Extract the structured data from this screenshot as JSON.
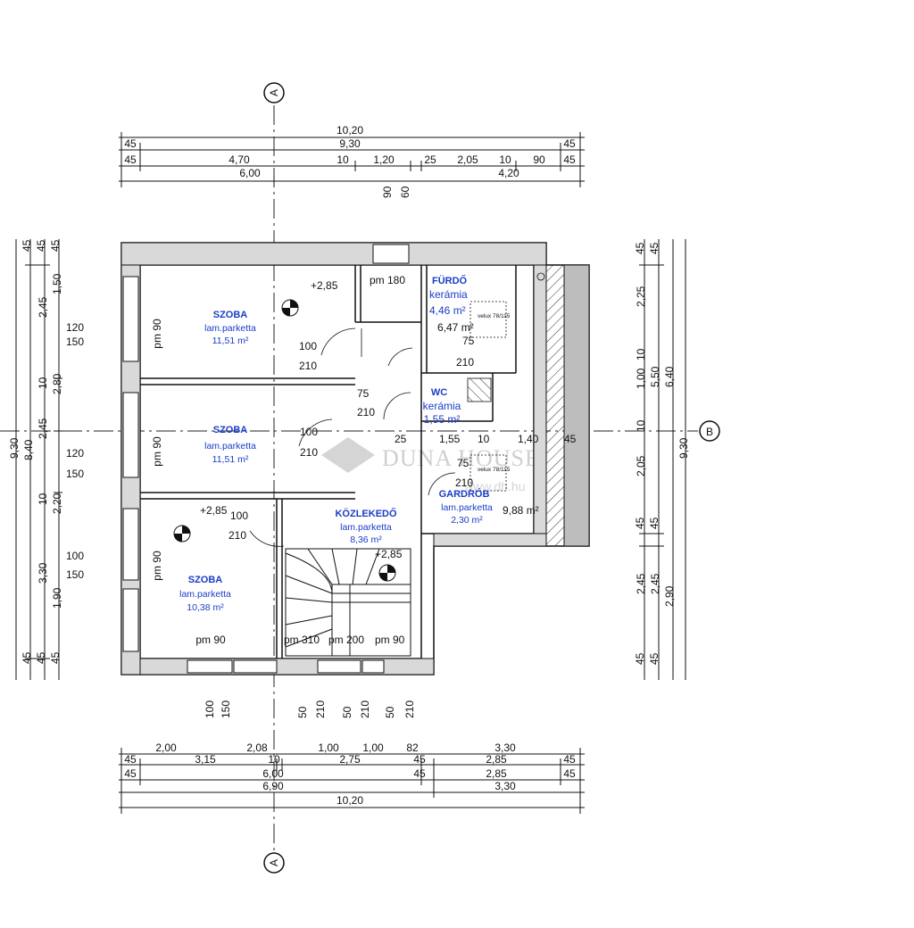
{
  "rooms": [
    {
      "id": "szoba1",
      "name": "SZOBA",
      "floor": "lam.parketta",
      "area": "11,51 m²",
      "pm": "pm 90"
    },
    {
      "id": "szoba2",
      "name": "SZOBA",
      "floor": "lam.parketta",
      "area": "11,51 m²",
      "pm": "pm 90"
    },
    {
      "id": "szoba3",
      "name": "SZOBA",
      "floor": "lam.parketta",
      "area": "10,38 m²",
      "pm": "pm 90"
    },
    {
      "id": "furdo",
      "name": "FÜRDŐ",
      "floor": "kerámia",
      "area": "4,46 m²"
    },
    {
      "id": "wc",
      "name": "WC",
      "floor": "kerámia",
      "area": "1,55 m²"
    },
    {
      "id": "kozlekedo",
      "name": "KÖZLEKEDŐ",
      "floor": "lam.parketta",
      "area": "8,36 m²"
    },
    {
      "id": "gardrob",
      "name": "GARDRÓB",
      "floor": "lam.parketta",
      "area": "2,30 m²"
    }
  ],
  "annotations": {
    "level_plus": "+2,85",
    "pm_180": "pm 180",
    "pm_90": "pm 90",
    "pm_310": "pm 310",
    "pm_200": "pm 200",
    "area_647": "6,47 m²",
    "area_988": "9,88 m²",
    "velux_1": "velux 78/115",
    "velux_2": "velux 78/115"
  },
  "axes": {
    "a_top": "A",
    "a_bottom": "A",
    "b_right": "B"
  },
  "dims": {
    "d1020": "10,20",
    "d930": "9,30",
    "d45": "45",
    "d470": "4,70",
    "d10": "10",
    "d120": "1,20",
    "d25": "25",
    "d205": "2,05",
    "d90": "90",
    "d600": "6,00",
    "d420": "4,20",
    "d60": "60",
    "d150": "1,50",
    "d245": "2,45",
    "d280": "2,80",
    "d220": "2,20",
    "d330": "3,30",
    "d190": "1,90",
    "d840": "8,40",
    "d225": "2,25",
    "d550": "5,50",
    "d640": "6,40",
    "d100": "1,00",
    "d290": "2,90",
    "w120": "120",
    "w150": "150",
    "w100": "100",
    "w210": "210",
    "w75": "75",
    "w50": "50",
    "d155": "1,55",
    "d140": "1,40",
    "d200": "2,00",
    "d208": "2,08",
    "d82": "82",
    "d315": "3,15",
    "d275": "2,75",
    "d285": "2,85",
    "d690": "6,90"
  },
  "watermark": {
    "brand": "DUNA HOUSE",
    "url": "www.dh.hu"
  }
}
